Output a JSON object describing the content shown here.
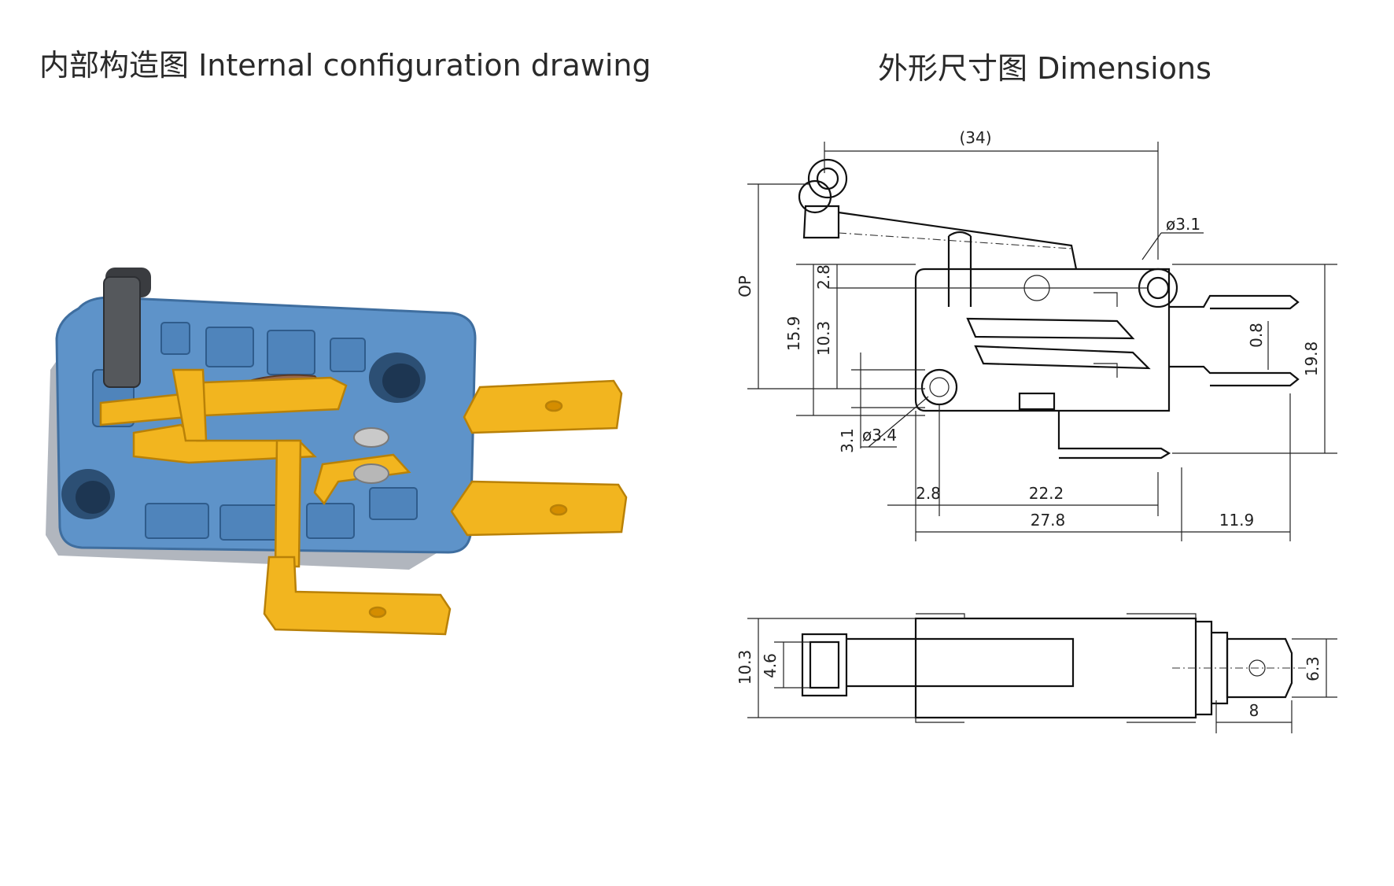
{
  "titles": {
    "internal": "内部构造图 Internal configuration drawing",
    "dimensions": "外形尺寸图 Dimensions"
  },
  "colors": {
    "housing_blue": "#5e93c9",
    "housing_dark": "#3f6e9f",
    "terminal_yellow": "#f2b51f",
    "terminal_edge": "#b98107",
    "actuator_gray": "#55585c",
    "spring_brown": "#9a6a4a",
    "line": "#111111"
  },
  "dims": {
    "overall_length": "(34)",
    "hole_dia_top": "ø3.1",
    "op": "OP",
    "h_2_8": "2.8",
    "h_15_9": "15.9",
    "h_10_3": "10.3",
    "h_0_8": "0.8",
    "h_19_8": "19.8",
    "h_3_1": "3.1",
    "hole_dia_bottom": "ø3.4",
    "w_2_8": "2.8",
    "w_22_2": "22.2",
    "w_27_8": "27.8",
    "w_11_9": "11.9",
    "side_10_3": "10.3",
    "side_4_6": "4.6",
    "side_6_3": "6.3",
    "side_8": "8"
  }
}
